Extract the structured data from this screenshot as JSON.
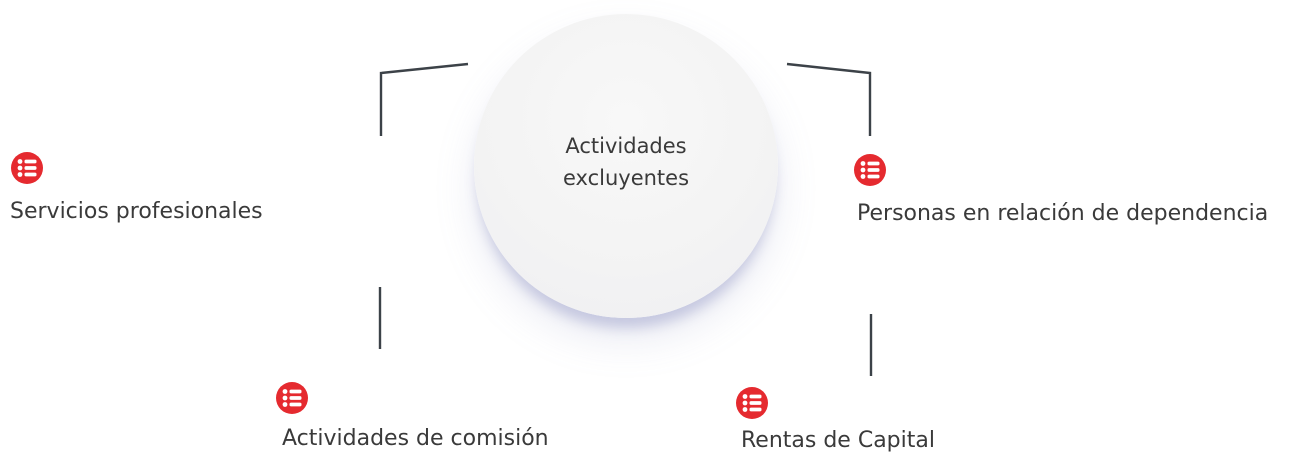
{
  "center": {
    "label": "Actividades excluyentes"
  },
  "nodes": [
    {
      "label": "Servicios profesionales",
      "icon": "list-icon"
    },
    {
      "label": "Personas en relación de dependencia",
      "icon": "list-icon"
    },
    {
      "label": "Actividades de comisión",
      "icon": "list-icon"
    },
    {
      "label": "Rentas de Capital",
      "icon": "list-icon"
    }
  ],
  "colors": {
    "icon": "#e52a2f",
    "connector": "#3c4248",
    "text": "#3a3a3a",
    "hub": "#f3f3f3"
  }
}
